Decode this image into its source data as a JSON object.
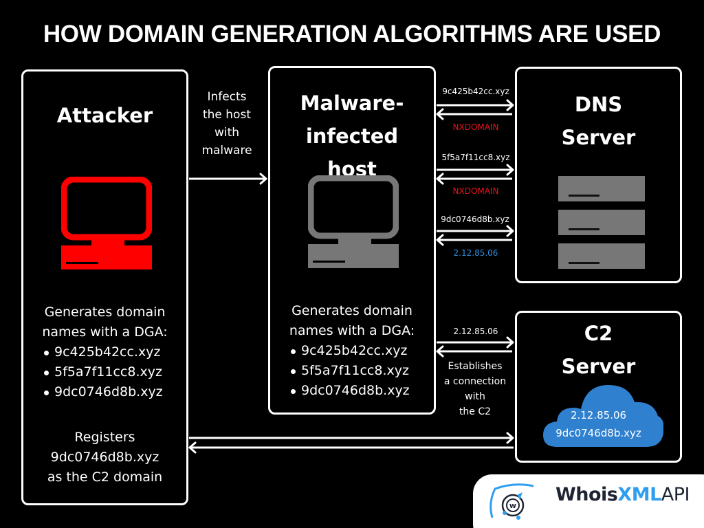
{
  "title": "HOW DOMAIN GENERATION ALGORITHMS ARE USED",
  "colors": {
    "background": "#000000",
    "attacker_icon": "#ff0000",
    "host_icon": "#777777",
    "server_icon": "#777777",
    "nxdomain": "#e8141c",
    "ip_response": "#2e8fe0",
    "cloud": "#3080d0",
    "logo_blue": "#2e9ef0",
    "logo_dark": "#1f2433"
  },
  "attacker": {
    "title": "Attacker",
    "icon": "computer-icon",
    "desc_line1": "Generates domain",
    "desc_line2": "names with a DGA:",
    "domains": [
      "9c425b42cc.xyz",
      "5f5a7f11cc8.xyz",
      "9dc0746d8b.xyz"
    ],
    "register_line1": "Registers",
    "register_line2": "9dc0746d8b.xyz",
    "register_line3": "as the C2 domain"
  },
  "infect_label": {
    "line1": "Infects",
    "line2": "the host",
    "line3": "with",
    "line4": "malware"
  },
  "host": {
    "title_line1": "Malware-",
    "title_line2": "infected",
    "title_line3": "host",
    "icon": "computer-icon",
    "desc_line1": "Generates domain",
    "desc_line2": "names with a DGA:",
    "domains": [
      "9c425b42cc.xyz",
      "5f5a7f11cc8.xyz",
      "9dc0746d8b.xyz"
    ]
  },
  "dns_exchanges": [
    {
      "query": "9c425b42cc.xyz",
      "response": "NXDOMAIN",
      "response_type": "nxdomain"
    },
    {
      "query": "5f5a7f11cc8.xyz",
      "response": "NXDOMAIN",
      "response_type": "nxdomain"
    },
    {
      "query": "9dc0746d8b.xyz",
      "response": "2.12.85.06",
      "response_type": "ip"
    }
  ],
  "dns": {
    "title_line1": "DNS",
    "title_line2": "Server",
    "icon": "server-rack-icon"
  },
  "c2_exchange": {
    "query": "2.12.85.06",
    "line1": "Establishes",
    "line2": "a connection",
    "line3": "with",
    "line4": "the C2"
  },
  "c2": {
    "title_line1": "C2",
    "title_line2": "Server",
    "icon": "cloud-icon",
    "cloud_ip": "2.12.85.06",
    "cloud_domain": "9dc0746d8b.xyz"
  },
  "logo": {
    "part1": "Whois",
    "part2": "XML",
    "part3": "API"
  }
}
